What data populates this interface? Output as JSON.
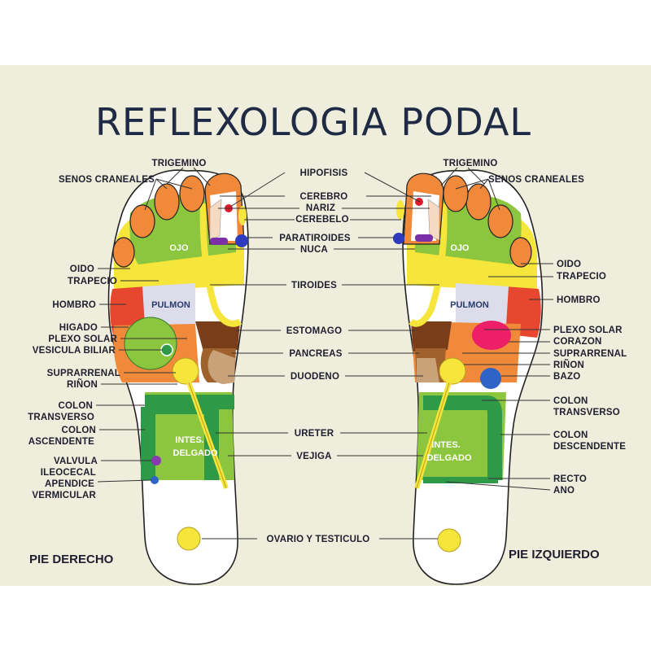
{
  "title": "REFLEXOLOGIA PODAL",
  "feet": {
    "right": "PIE DERECHO",
    "left": "PIE IZQUIERDO"
  },
  "center_labels": [
    "HIPOFISIS",
    "CEREBRO",
    "NARIZ",
    "CEREBELO",
    "PARATIROIDES",
    "NUCA",
    "TIROIDES",
    "ESTOMAGO",
    "PANCREAS",
    "DUODENO",
    "URETER",
    "VEJIGA",
    "OVARIO Y TESTICULO"
  ],
  "left_labels": [
    "TRIGEMINO",
    "SENOS CRANEALES",
    "OIDO",
    "TRAPECIO",
    "HOMBRO",
    "HIGADO",
    "PLEXO SOLAR",
    "VESICULA BILIAR",
    "SUPRARRENAL",
    "RIÑON",
    "COLON",
    "TRANSVERSO",
    "COLON",
    "ASCENDENTE",
    "VALVULA",
    "ILEOCECAL",
    "APENDICE",
    "VERMICULAR"
  ],
  "right_labels": [
    "TRIGEMINO",
    "SENOS CRANEALES",
    "OIDO",
    "TRAPECIO",
    "HOMBRO",
    "PLEXO SOLAR",
    "CORAZON",
    "SUPRARRENAL",
    "RIÑON",
    "BAZO",
    "COLON",
    "TRANSVERSO",
    "COLON",
    "DESCENDENTE",
    "RECTO",
    "ANO"
  ],
  "in_foot": {
    "ojo": "OJO",
    "pulmon": "PULMON",
    "intes": "INTES.",
    "delgado": "DELGADO"
  },
  "colors": {
    "background": "#efeedd",
    "toe_orange": "#f08a3a",
    "green": "#8cc63f",
    "yellow": "#f6e53a",
    "dark_green": "#2e9a48",
    "red": "#e7472f",
    "pink": "#ec1f68",
    "blue": "#2f63c8",
    "brown": "#7a3d1a",
    "lavender": "#dcdcea"
  }
}
